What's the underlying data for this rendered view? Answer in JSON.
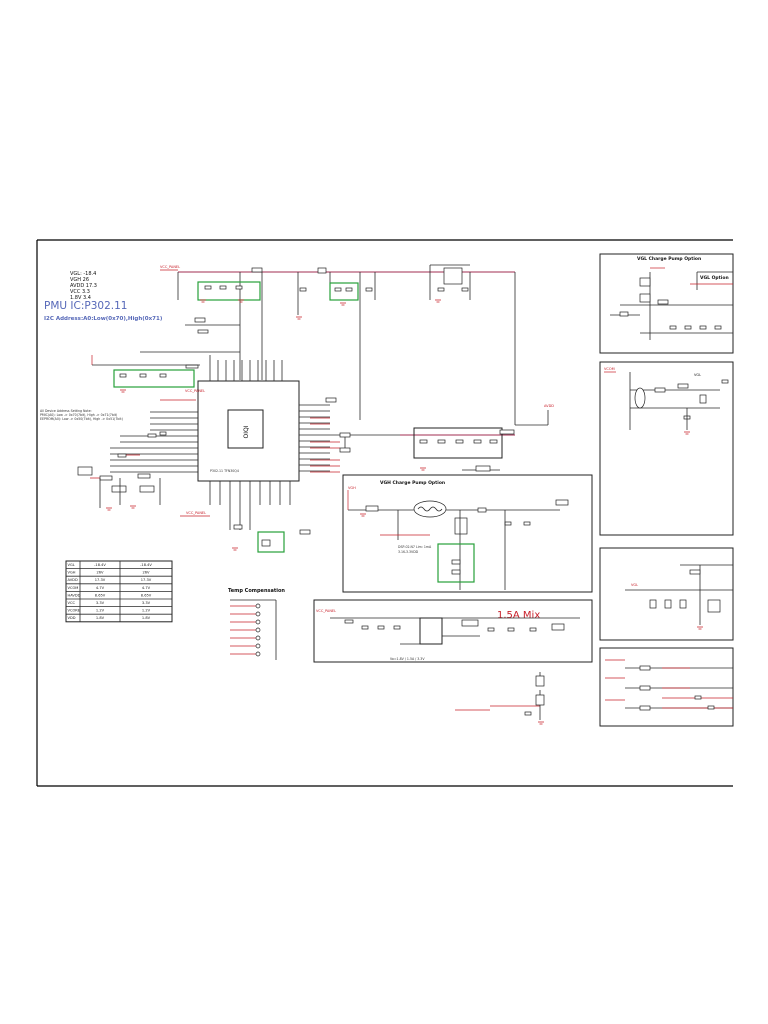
{
  "voltages": {
    "vgl": "VGL: -18.4",
    "vgh": "VGH 26",
    "avdd": "AVDD 17.3",
    "vcc_1": "VCC 3.3",
    "vcc_2": "1.8V 3.4"
  },
  "pmu": {
    "title": "PMU IC:P302.11",
    "i2c": "I2C Address:A0:Low(0x70),High(0x71)",
    "chip_marking": "OIQI"
  },
  "nets": {
    "vcc_panel_top": "VCC_PANEL",
    "vcc_panel_mid": "VCC_PANEL",
    "vcc_panel_lower": "VCC_PANEL",
    "vcc_panel_right": "VCC_PANEL",
    "vgh_in": "VGH",
    "avdd_net": "AVDD",
    "vcom_net": "VCOM",
    "vgl_net": "VGL"
  },
  "sections": {
    "vgh_charge_pump": "VGH Charge Pump Option",
    "vgl_charge_pump": "VGL Charge Pump Option",
    "vgl_option": "VGL Option",
    "temp_compensation": "Temp Compensation",
    "mix": "1.5A Mix"
  },
  "table": {
    "rows": [
      [
        "VGL",
        "-18.4V",
        "-18.4V"
      ],
      [
        "VGH",
        "26V",
        "26V"
      ],
      [
        "AVDD",
        "17.3V",
        "17.3V"
      ],
      [
        "VCOM",
        "4.7V",
        "4.7V"
      ],
      [
        "HAVDD",
        "8.65V",
        "8.65V"
      ],
      [
        "VCC",
        "3.3V",
        "3.3V"
      ],
      [
        "VCORE",
        "1.2V",
        "1.2V"
      ],
      [
        "VDD",
        "1.8V",
        "1.8V"
      ]
    ]
  },
  "colors": {
    "wire": "#2a2a2a",
    "accent_red": "#c8202a",
    "title_blue": "#5668b8",
    "highlight_green": "#27a03a",
    "frame": "#000000"
  }
}
